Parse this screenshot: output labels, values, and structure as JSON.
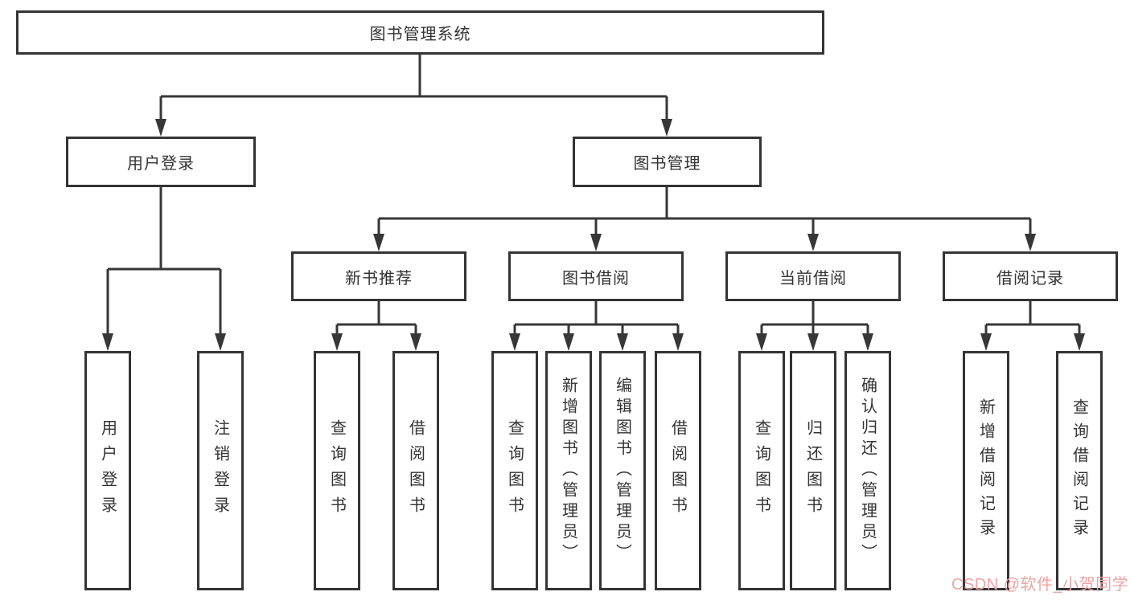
{
  "diagram": {
    "root": {
      "label": "图书管理系统"
    },
    "branches": [
      {
        "label": "用户登录",
        "children": [
          {
            "label": "用户登录"
          },
          {
            "label": "注销登录"
          }
        ]
      },
      {
        "label": "图书管理",
        "children": [
          {
            "label": "新书推荐",
            "children": [
              {
                "label": "查询图书"
              },
              {
                "label": "借阅图书"
              }
            ]
          },
          {
            "label": "图书借阅",
            "children": [
              {
                "label": "查询图书"
              },
              {
                "label": "新增图书（管理员）"
              },
              {
                "label": "编辑图书（管理员）"
              },
              {
                "label": "借阅图书"
              }
            ]
          },
          {
            "label": "当前借阅",
            "children": [
              {
                "label": "查询图书"
              },
              {
                "label": "归还图书"
              },
              {
                "label": "确认归还（管理员）"
              }
            ]
          },
          {
            "label": "借阅记录",
            "children": [
              {
                "label": "新增借阅记录"
              },
              {
                "label": "查询借阅记录"
              }
            ]
          }
        ]
      }
    ]
  },
  "watermark": {
    "text": "CSDN @软件_小贺同学",
    "color": "#f0a3a3"
  },
  "colors": {
    "line": "#373737",
    "box_border": "#343434",
    "text": "#333333",
    "background": "#ffffff"
  }
}
